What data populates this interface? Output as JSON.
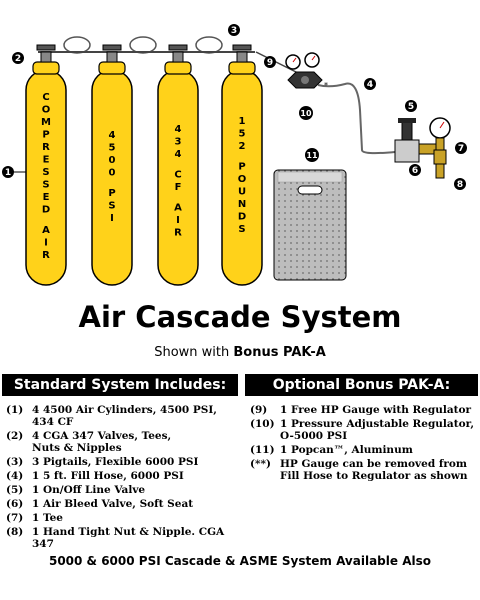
{
  "diagram": {
    "cylinders": [
      {
        "label": "COMPRESSED AIR"
      },
      {
        "label": "4500 PSI"
      },
      {
        "label": "434 CF AIR"
      },
      {
        "label": "152 POUNDS"
      }
    ],
    "callouts": [
      "1",
      "2",
      "3",
      "4",
      "5",
      "6",
      "7",
      "8",
      "9",
      "10",
      "11"
    ],
    "colors": {
      "cylinder": "#FFD21A",
      "outline": "#000000",
      "popcan": "#BDBDBD",
      "hose": "#666666"
    }
  },
  "title": "Air Cascade System",
  "subtitle": {
    "prefix": "Shown with ",
    "bold": "Bonus PAK-A"
  },
  "standard": {
    "header": "Standard System Includes:",
    "items": [
      {
        "num": "(1)",
        "lines": [
          "4 4500 Air Cylinders, 4500 PSI,",
          "434 CF"
        ]
      },
      {
        "num": "(2)",
        "lines": [
          "4 CGA 347 Valves, Tees,",
          "Nuts & Nipples"
        ]
      },
      {
        "num": "(3)",
        "lines": [
          "3 Pigtails, Flexible 6000 PSI"
        ]
      },
      {
        "num": "(4)",
        "lines": [
          "1 5 ft. Fill Hose, 6000 PSI"
        ]
      },
      {
        "num": "(5)",
        "lines": [
          "1 On/Off Line Valve"
        ]
      },
      {
        "num": "(6)",
        "lines": [
          "1 Air Bleed Valve, Soft Seat"
        ]
      },
      {
        "num": "(7)",
        "lines": [
          "1 Tee"
        ]
      },
      {
        "num": "(8)",
        "lines": [
          "1 Hand Tight Nut & Nipple. CGA 347"
        ]
      }
    ]
  },
  "optional": {
    "header": "Optional Bonus PAK-A:",
    "items": [
      {
        "num": "(9)",
        "lines": [
          "1 Free HP Gauge with Regulator"
        ]
      },
      {
        "num": "(10)",
        "lines": [
          "1 Pressure Adjustable Regulator,",
          "O-5000 PSI"
        ]
      },
      {
        "num": "(11)",
        "lines": [
          "1 Popcan™, Aluminum"
        ]
      },
      {
        "num": "(**)",
        "lines": [
          "HP Gauge can be removed from",
          "Fill Hose to Regulator as shown"
        ]
      }
    ]
  },
  "footer": "5000 & 6000 PSI Cascade & ASME System Available Also"
}
